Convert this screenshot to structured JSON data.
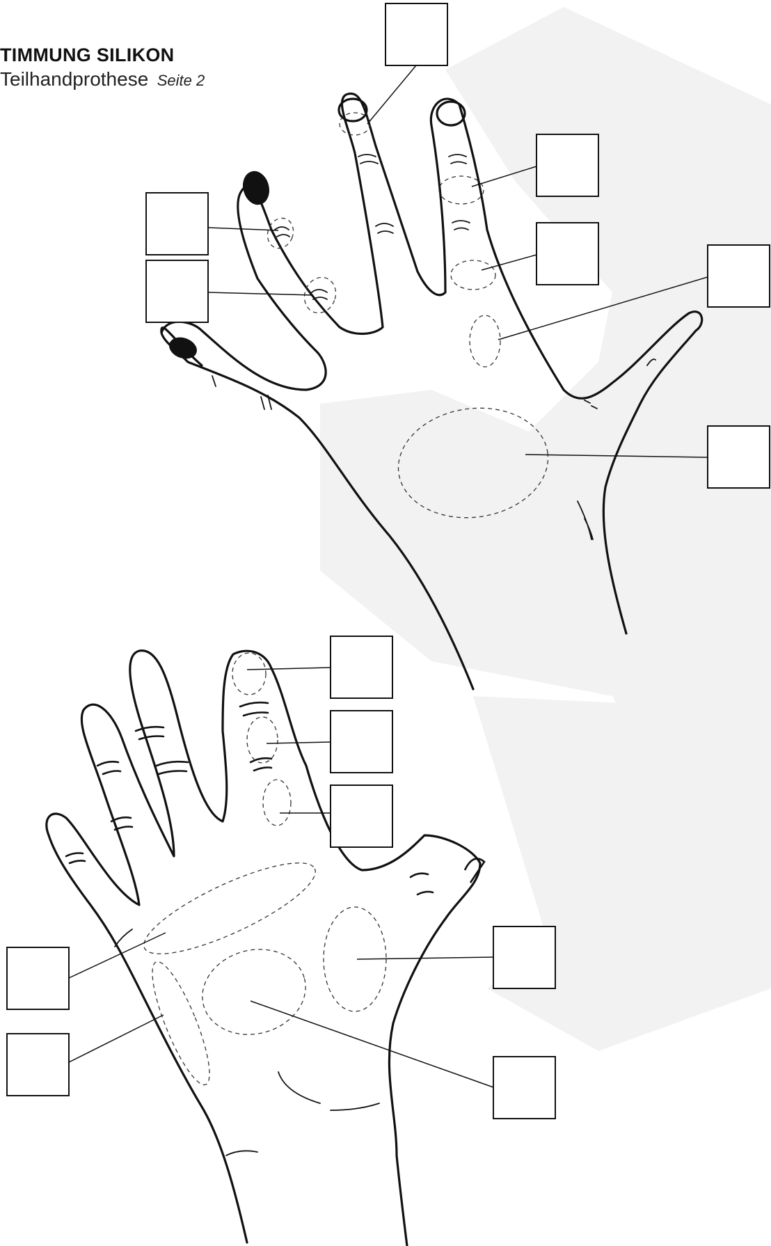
{
  "header": {
    "title": "TIMMUNG SILIKON",
    "subtitle": "Teilhandprothese",
    "page_label": "Seite 2"
  },
  "colors": {
    "background": "#ffffff",
    "watermark": "#f2f2f2",
    "line": "#111111"
  },
  "diagram": {
    "views": [
      "back-of-hand",
      "palm"
    ],
    "label_box_count": 14,
    "dashed_zone_count": 14
  }
}
